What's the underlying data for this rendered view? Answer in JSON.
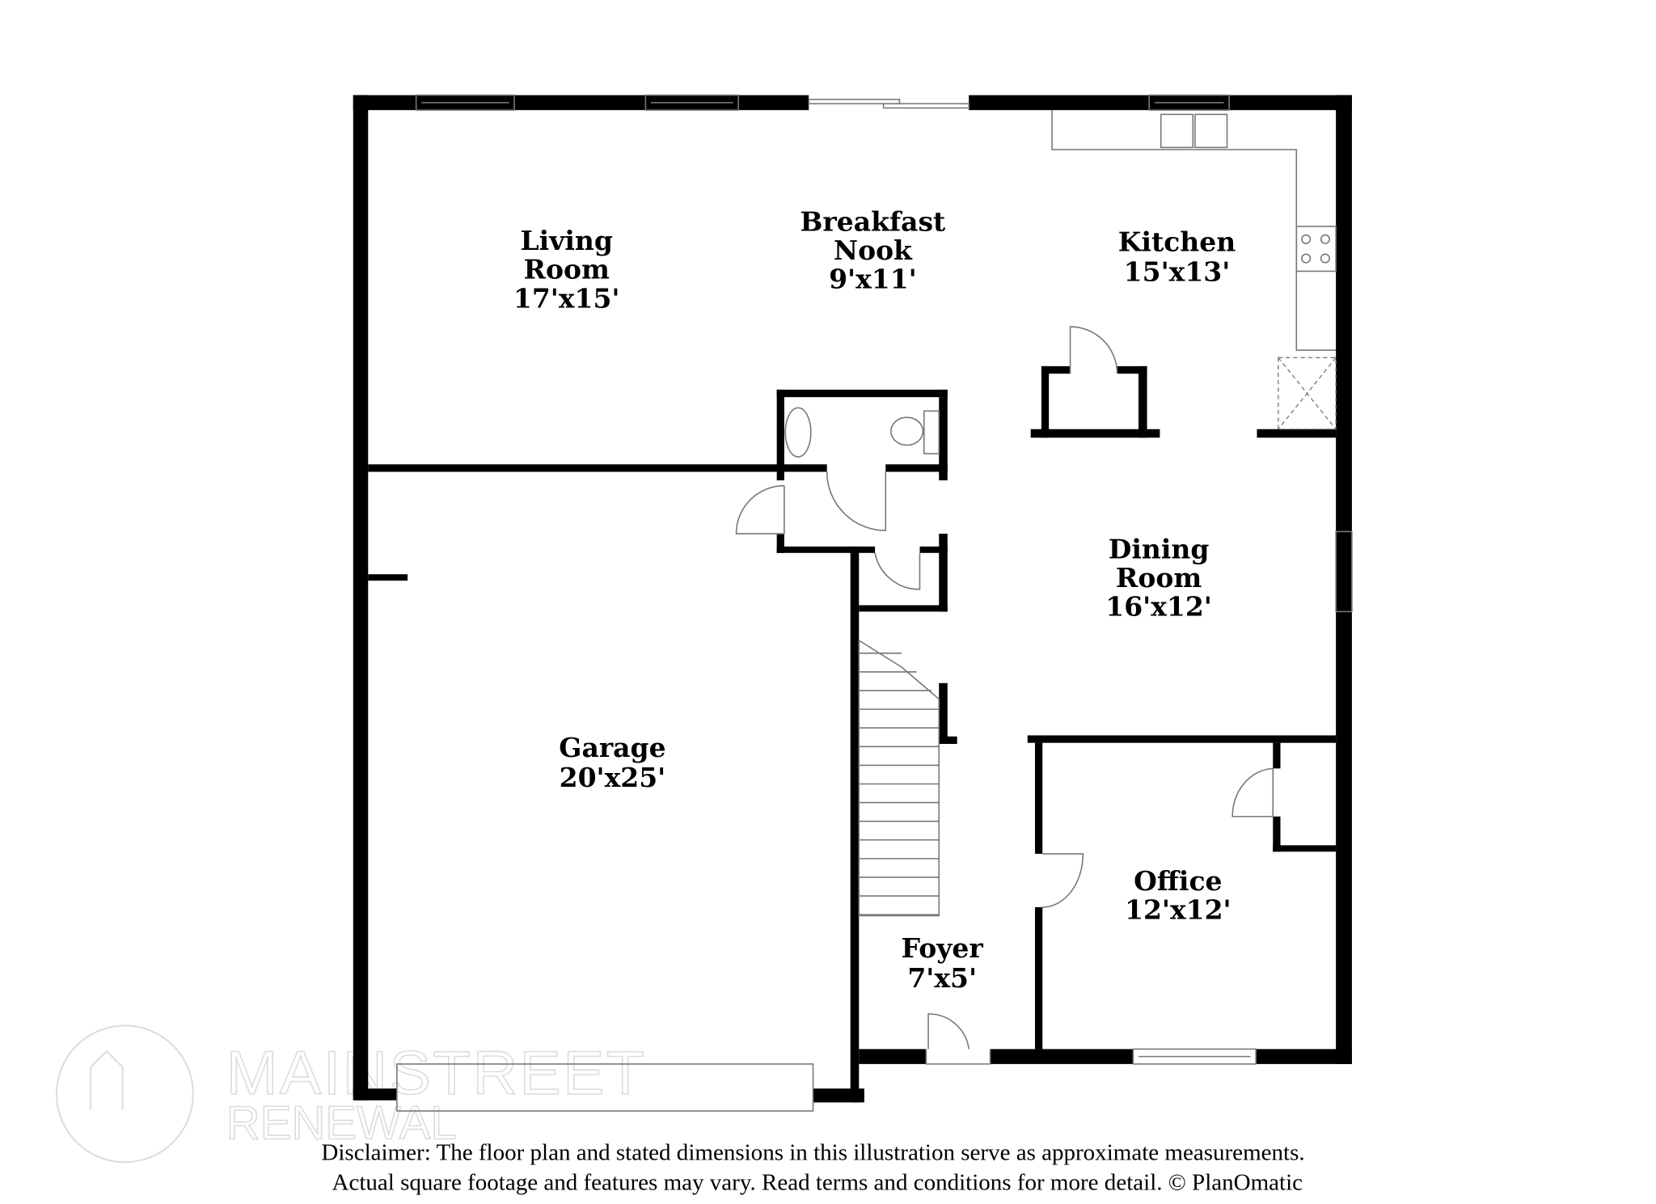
{
  "rooms": [
    {
      "name_line1": "Living",
      "name_line2": "Room",
      "size": "17'x15'"
    },
    {
      "name_line1": "Breakfast",
      "name_line2": "Nook",
      "size": "9'x11'"
    },
    {
      "name_line1": "Kitchen",
      "name_line2": "",
      "size": "15'x13'"
    },
    {
      "name_line1": "Dining",
      "name_line2": "Room",
      "size": "16'x12'"
    },
    {
      "name_line1": "Garage",
      "name_line2": "",
      "size": "20'x25'"
    },
    {
      "name_line1": "Foyer",
      "name_line2": "",
      "size": "7'x5'"
    },
    {
      "name_line1": "Office",
      "name_line2": "",
      "size": "12'x12'"
    }
  ],
  "watermark": {
    "line1": "MAINSTREET",
    "line2": "RENEWAL"
  },
  "disclaimer": {
    "line1": "Disclaimer: The floor plan and stated dimensions in this illustration serve as approximate measurements.",
    "line2": "Actual square footage and features may vary. Read terms and conditions for more detail. © PlanOmatic"
  }
}
